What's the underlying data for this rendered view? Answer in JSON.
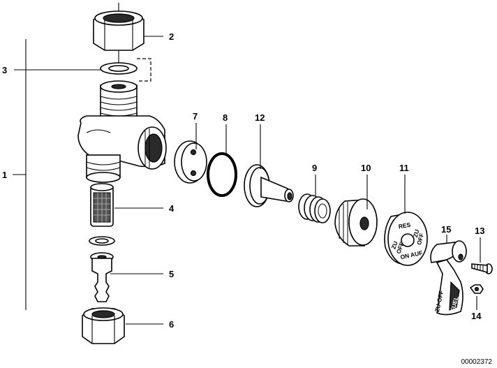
{
  "callouts": [
    {
      "id": "1",
      "text": "1"
    },
    {
      "id": "2",
      "text": "2"
    },
    {
      "id": "3",
      "text": "3"
    },
    {
      "id": "4",
      "text": "4"
    },
    {
      "id": "5",
      "text": "5"
    },
    {
      "id": "6",
      "text": "6"
    },
    {
      "id": "7",
      "text": "7"
    },
    {
      "id": "8",
      "text": "8"
    },
    {
      "id": "9",
      "text": "9"
    },
    {
      "id": "10",
      "text": "10"
    },
    {
      "id": "11",
      "text": "11"
    },
    {
      "id": "12",
      "text": "12"
    },
    {
      "id": "13",
      "text": "13"
    },
    {
      "id": "14",
      "text": "14"
    },
    {
      "id": "15",
      "text": "15"
    }
  ],
  "knob_markings": {
    "res": "RES",
    "zu_left": "ZU",
    "off_left": "OFF",
    "zu_right": "ZU",
    "off_right": "OFF",
    "on_auf": "ON AUF"
  },
  "lever_markings": {
    "zu_off": "ZU-OFF",
    "fuel": "FUEL"
  },
  "drawing_number": "00002372"
}
